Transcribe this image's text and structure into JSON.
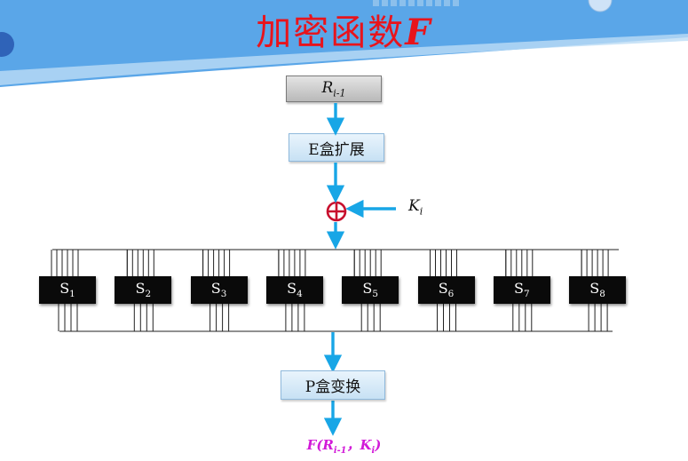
{
  "title": {
    "main": "加密函数",
    "letter": "F"
  },
  "input_box": {
    "base": "R",
    "sub": "i-1"
  },
  "expansion_box": {
    "label": "E盒扩展"
  },
  "key_label": {
    "base": "K",
    "sub": "i"
  },
  "sboxes": [
    {
      "base": "S",
      "sub": "1"
    },
    {
      "base": "S",
      "sub": "2"
    },
    {
      "base": "S",
      "sub": "3"
    },
    {
      "base": "S",
      "sub": "4"
    },
    {
      "base": "S",
      "sub": "5"
    },
    {
      "base": "S",
      "sub": "6"
    },
    {
      "base": "S",
      "sub": "7"
    },
    {
      "base": "S",
      "sub": "8"
    }
  ],
  "permutation_box": {
    "label": "P盒变换"
  },
  "output": {
    "func": "F(",
    "arg1_base": "R",
    "arg1_sub": "i-1",
    "sep": "，",
    "arg2_base": "K",
    "arg2_sub": "i",
    "close": ")"
  },
  "colors": {
    "title": "#e8141c",
    "arrow": "#18a6e6",
    "xor": "#c8102e",
    "output": "#d21ad8",
    "banner": "#5aa6e8"
  }
}
